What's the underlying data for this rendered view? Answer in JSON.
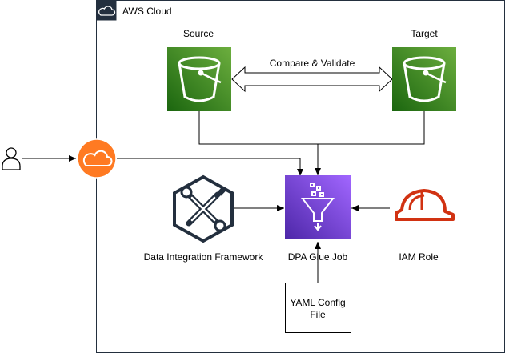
{
  "cloud_group": {
    "label": "AWS Cloud",
    "border_color": "#232f3e",
    "icon": "aws-cloud-icon"
  },
  "nodes": {
    "source": {
      "label": "Source",
      "icon": "s3-bucket-icon",
      "color": "#3f8624"
    },
    "target": {
      "label": "Target",
      "icon": "s3-bucket-icon",
      "color": "#3f8624"
    },
    "glue_job": {
      "label": "DPA Glue Job",
      "icon": "glue-funnel-icon",
      "color": "#7b2fe0"
    },
    "framework": {
      "label": "Data Integration Framework",
      "icon": "tools-hexagon-icon",
      "color": "#232f3e"
    },
    "iam_role": {
      "label": "IAM Role",
      "icon": "hard-hat-icon",
      "color": "#d13212"
    },
    "yaml_config": {
      "label_line1": "YAML Config",
      "label_line2": "File"
    },
    "gateway": {
      "icon": "cloud-gateway-icon",
      "color": "#ff7a22"
    },
    "user": {
      "icon": "user-icon"
    }
  },
  "edges": {
    "compare_validate": {
      "label": "Compare & Validate"
    }
  }
}
